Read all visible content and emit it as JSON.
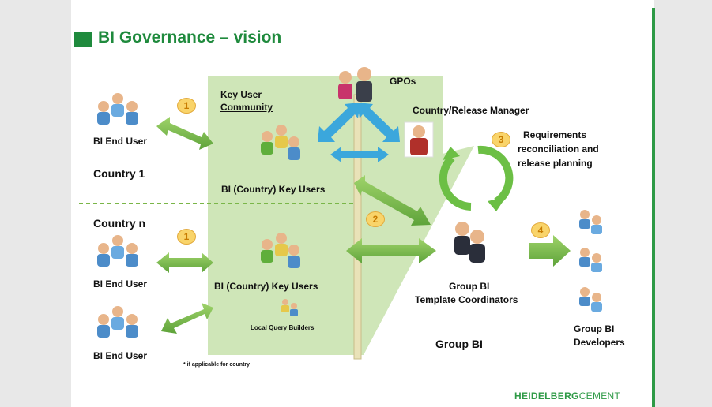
{
  "title": "BI Governance – vision",
  "labels": {
    "gpos": "GPOs",
    "key_user_community": "Key User Community",
    "country_release_manager": "Country/Release Manager",
    "requirements_line1": "Requirements",
    "requirements_line2": "reconciliation and",
    "requirements_line3": "release planning",
    "bi_end_user": "BI End User",
    "country_1": "Country 1",
    "country_n": "Country n",
    "bi_country_key_users": "BI (Country) Key Users",
    "local_query_builders": "Local Query Builders",
    "group_bi_template_line1": "Group BI",
    "group_bi_template_line2": "Template Coordinators",
    "group_bi": "Group BI",
    "group_bi_dev_line1": "Group BI",
    "group_bi_dev_line2": "Developers",
    "footnote": "* if applicable for country"
  },
  "badges": {
    "b1a": "1",
    "b1b": "1",
    "b2": "2",
    "b3": "3",
    "b4": "4"
  },
  "brand": {
    "part1": "HEIDELBERG",
    "part2": "CEMENT"
  },
  "colors": {
    "accent_green": "#1f8a3d",
    "arrow_green": "#7ab648",
    "arrow_blue": "#3ba7dc",
    "badge": "#f9d46a"
  }
}
